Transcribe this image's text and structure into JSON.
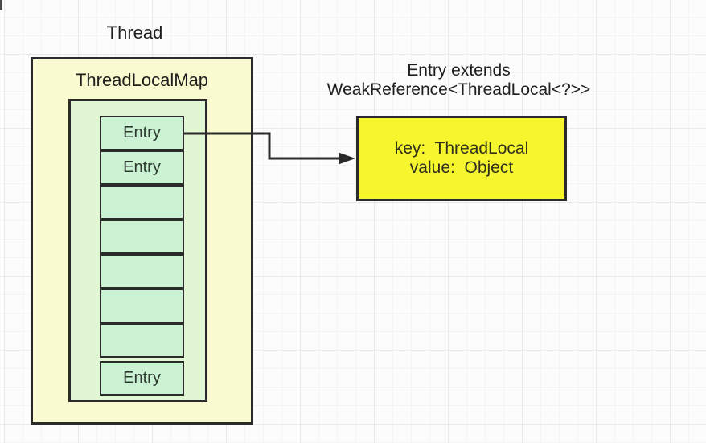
{
  "diagram": {
    "thread_label": "Thread",
    "map_label": "ThreadLocalMap",
    "cells": [
      {
        "label": "Entry"
      },
      {
        "label": "Entry"
      },
      {
        "label": ""
      },
      {
        "label": ""
      },
      {
        "label": ""
      },
      {
        "label": ""
      },
      {
        "label": ""
      },
      {
        "label": "Entry"
      }
    ],
    "entry_note": {
      "line1": "Entry extends",
      "line2": "WeakReference<ThreadLocal<?>>"
    },
    "entry_box": {
      "key_line": "key:  ThreadLocal",
      "value_line": "value:  Object"
    },
    "colors": {
      "thread_box_fill": "#fafad0",
      "map_box_fill": "#e1f7d4",
      "entry_cell_fill": "#ccf2d4",
      "entry_box_fill": "#f6f62f",
      "box_border": "#2b2b2b",
      "arrow": "#2a2a2a",
      "grid_major": "#e9e9ee",
      "grid_minor": "#f4f4f7"
    }
  }
}
